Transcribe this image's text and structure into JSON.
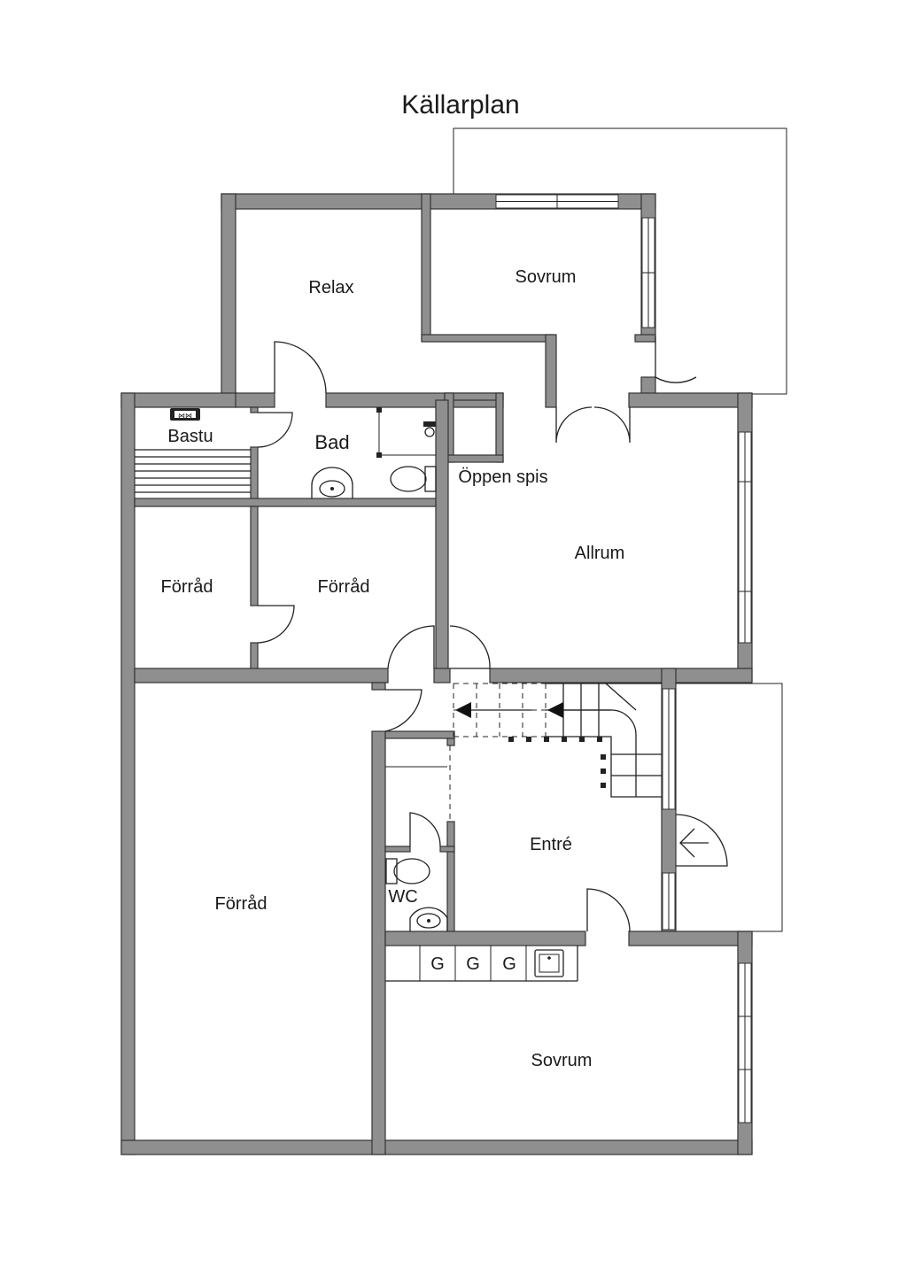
{
  "title": "Källarplan",
  "rooms": {
    "relax": "Relax",
    "sovrum_top": "Sovrum",
    "bastu": "Bastu",
    "bad": "Bad",
    "oppen_spis": "Öppen spis",
    "allrum": "Allrum",
    "forrad_left": "Förråd",
    "forrad_mid": "Förråd",
    "forrad_big": "Förråd",
    "entre": "Entré",
    "wc": "WC",
    "sovrum_bottom": "Sovrum"
  },
  "appliances": [
    "G",
    "G",
    "G"
  ],
  "colors": {
    "wall": "#8f8f8f",
    "line": "#222222",
    "background": "#ffffff"
  }
}
